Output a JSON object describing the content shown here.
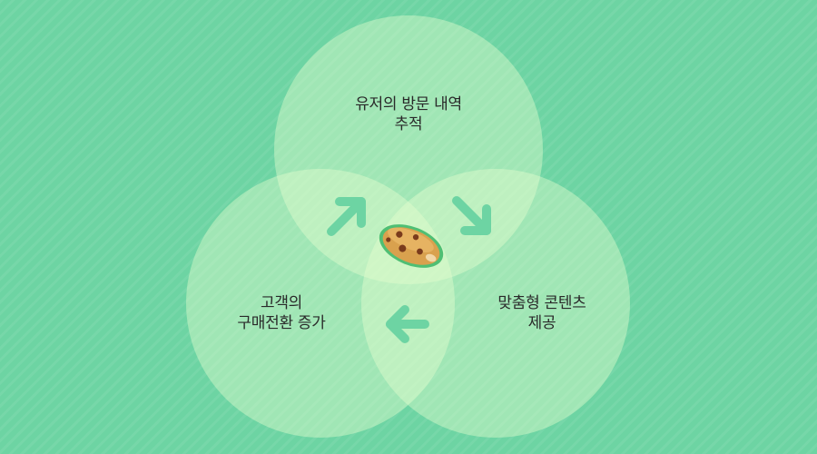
{
  "diagram": {
    "top": {
      "line1": "유저의 방문 내역",
      "line2": "추적"
    },
    "right": {
      "line1": "맞춤형 콘텐츠",
      "line2": "제공"
    },
    "left": {
      "line1": "고객의",
      "line2": "구매전환 증가"
    },
    "icons": {
      "center": "cookie-icon",
      "arrow_top": "arrow-up-right-icon",
      "arrow_right": "arrow-down-right-icon",
      "arrow_bottom": "arrow-left-icon"
    },
    "colors": {
      "background": "#6dd4a3",
      "circle_fill": "#e8ffd0",
      "arrow": "#6dd4a3",
      "cookie": "#d9a14e",
      "cookie_outline": "#4fbf74",
      "chip": "#7a3b1c"
    }
  }
}
